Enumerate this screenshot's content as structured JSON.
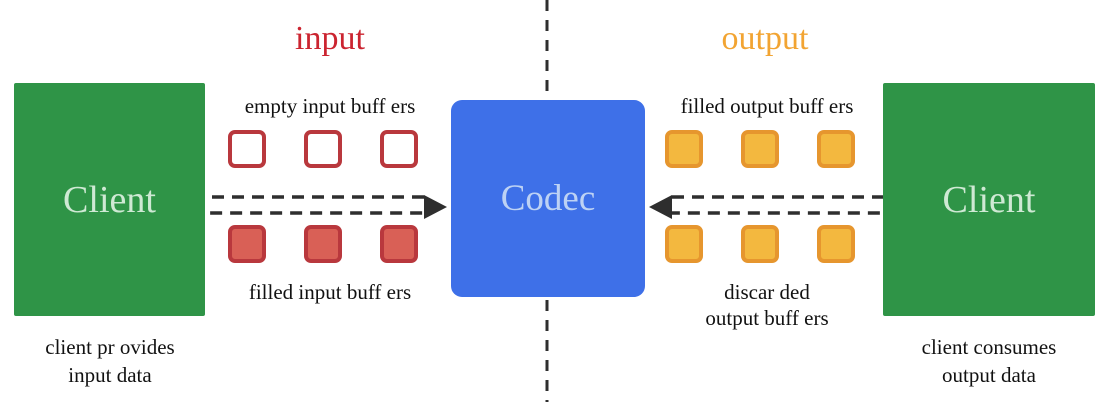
{
  "diagram": {
    "input_title": "input",
    "output_title": "output",
    "codec_label": "Codec",
    "left_client": {
      "label": "Client",
      "caption": [
        "client pr ovides",
        "input data"
      ]
    },
    "right_client": {
      "label": "Client",
      "caption": [
        "client consumes",
        "output data"
      ]
    },
    "labels": {
      "empty_input": "empty input buff ers",
      "filled_input": "filled input buff ers",
      "filled_output": "filled output buff ers",
      "discarded_output": [
        "discar ded",
        "output buff ers"
      ]
    },
    "colors": {
      "green": "#2f9447",
      "green_text": "#cfe9d4",
      "blue": "#3e70e8",
      "blue_text": "#bdd2f4",
      "red_border": "#b9383d",
      "red_fill": "#d96056",
      "orange_border": "#e6962e",
      "orange_fill": "#f3b83f",
      "input_title": "#cb2430",
      "output_title": "#f2a432",
      "text": "#111111",
      "line": "#2e2e2e"
    }
  }
}
